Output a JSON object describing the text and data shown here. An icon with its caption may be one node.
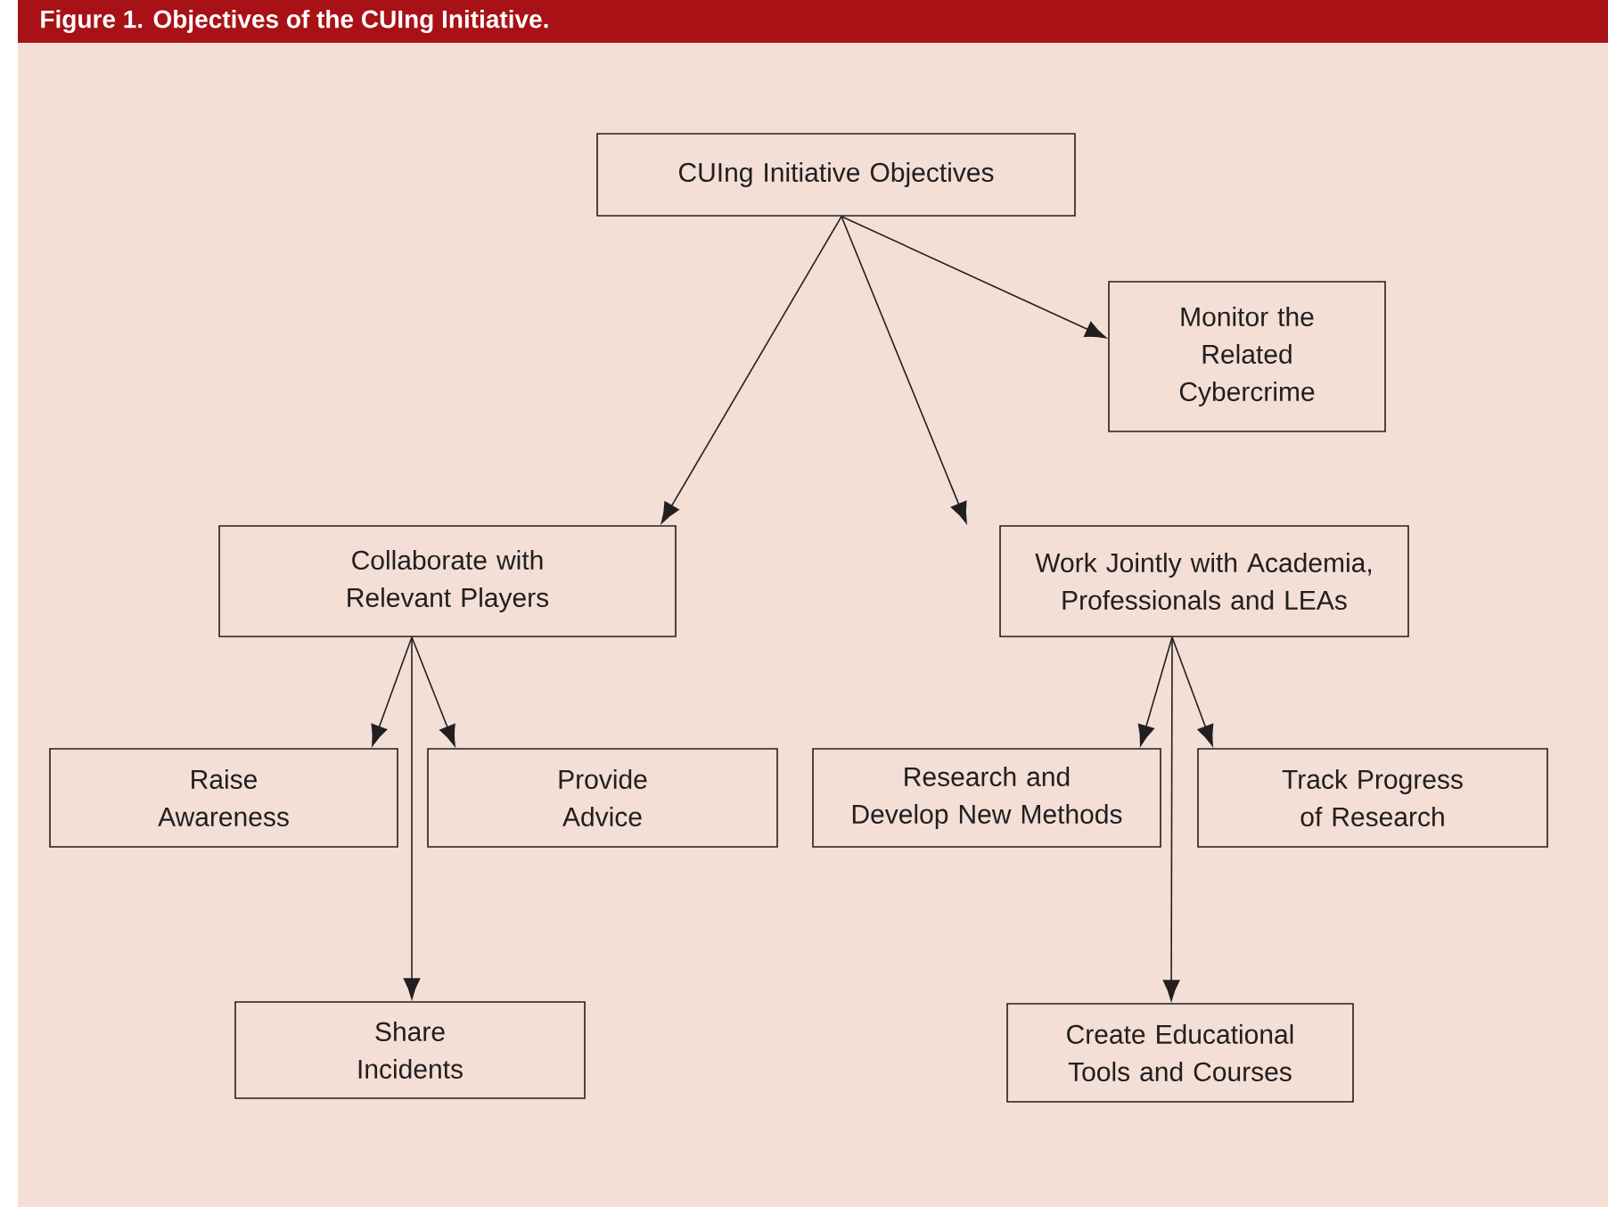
{
  "diagram": {
    "title": "Figure 1. Objectives of the CUIng Initiative.",
    "nodes": [
      {
        "text": [
          "CUIng Initiative Objectives"
        ]
      },
      {
        "text": [
          "Monitor the Related Cybercrime"
        ]
      },
      {
        "text": [
          "Collaborate with Relevant Players"
        ]
      },
      {
        "text": [
          "Work Jointly with Academia, Professionals and LEAs"
        ]
      },
      {
        "text": [
          "Raise Awareness"
        ]
      },
      {
        "text": [
          "Provide Advice"
        ]
      },
      {
        "text": [
          "Share Incidents"
        ]
      },
      {
        "text": [
          "Research and Develop New Methods"
        ]
      },
      {
        "text": [
          "Track Progress of Research"
        ]
      },
      {
        "text": [
          "Create Educational Tools and Courses"
        ]
      }
    ],
    "edges": [
      {
        "from": 0,
        "to": 2,
        "arrow": "to"
      },
      {
        "from": 0,
        "to": 3,
        "arrow": "to"
      },
      {
        "from": 0,
        "to": 1,
        "arrow": "to"
      },
      {
        "from": 2,
        "to": 4,
        "arrow": "to"
      },
      {
        "from": 2,
        "to": 5,
        "arrow": "to"
      },
      {
        "from": 2,
        "to": 6,
        "arrow": "to"
      },
      {
        "from": 3,
        "to": 7,
        "arrow": "to"
      },
      {
        "from": 3,
        "to": 8,
        "arrow": "to"
      },
      {
        "from": 3,
        "to": 9,
        "arrow": "to"
      }
    ]
  }
}
